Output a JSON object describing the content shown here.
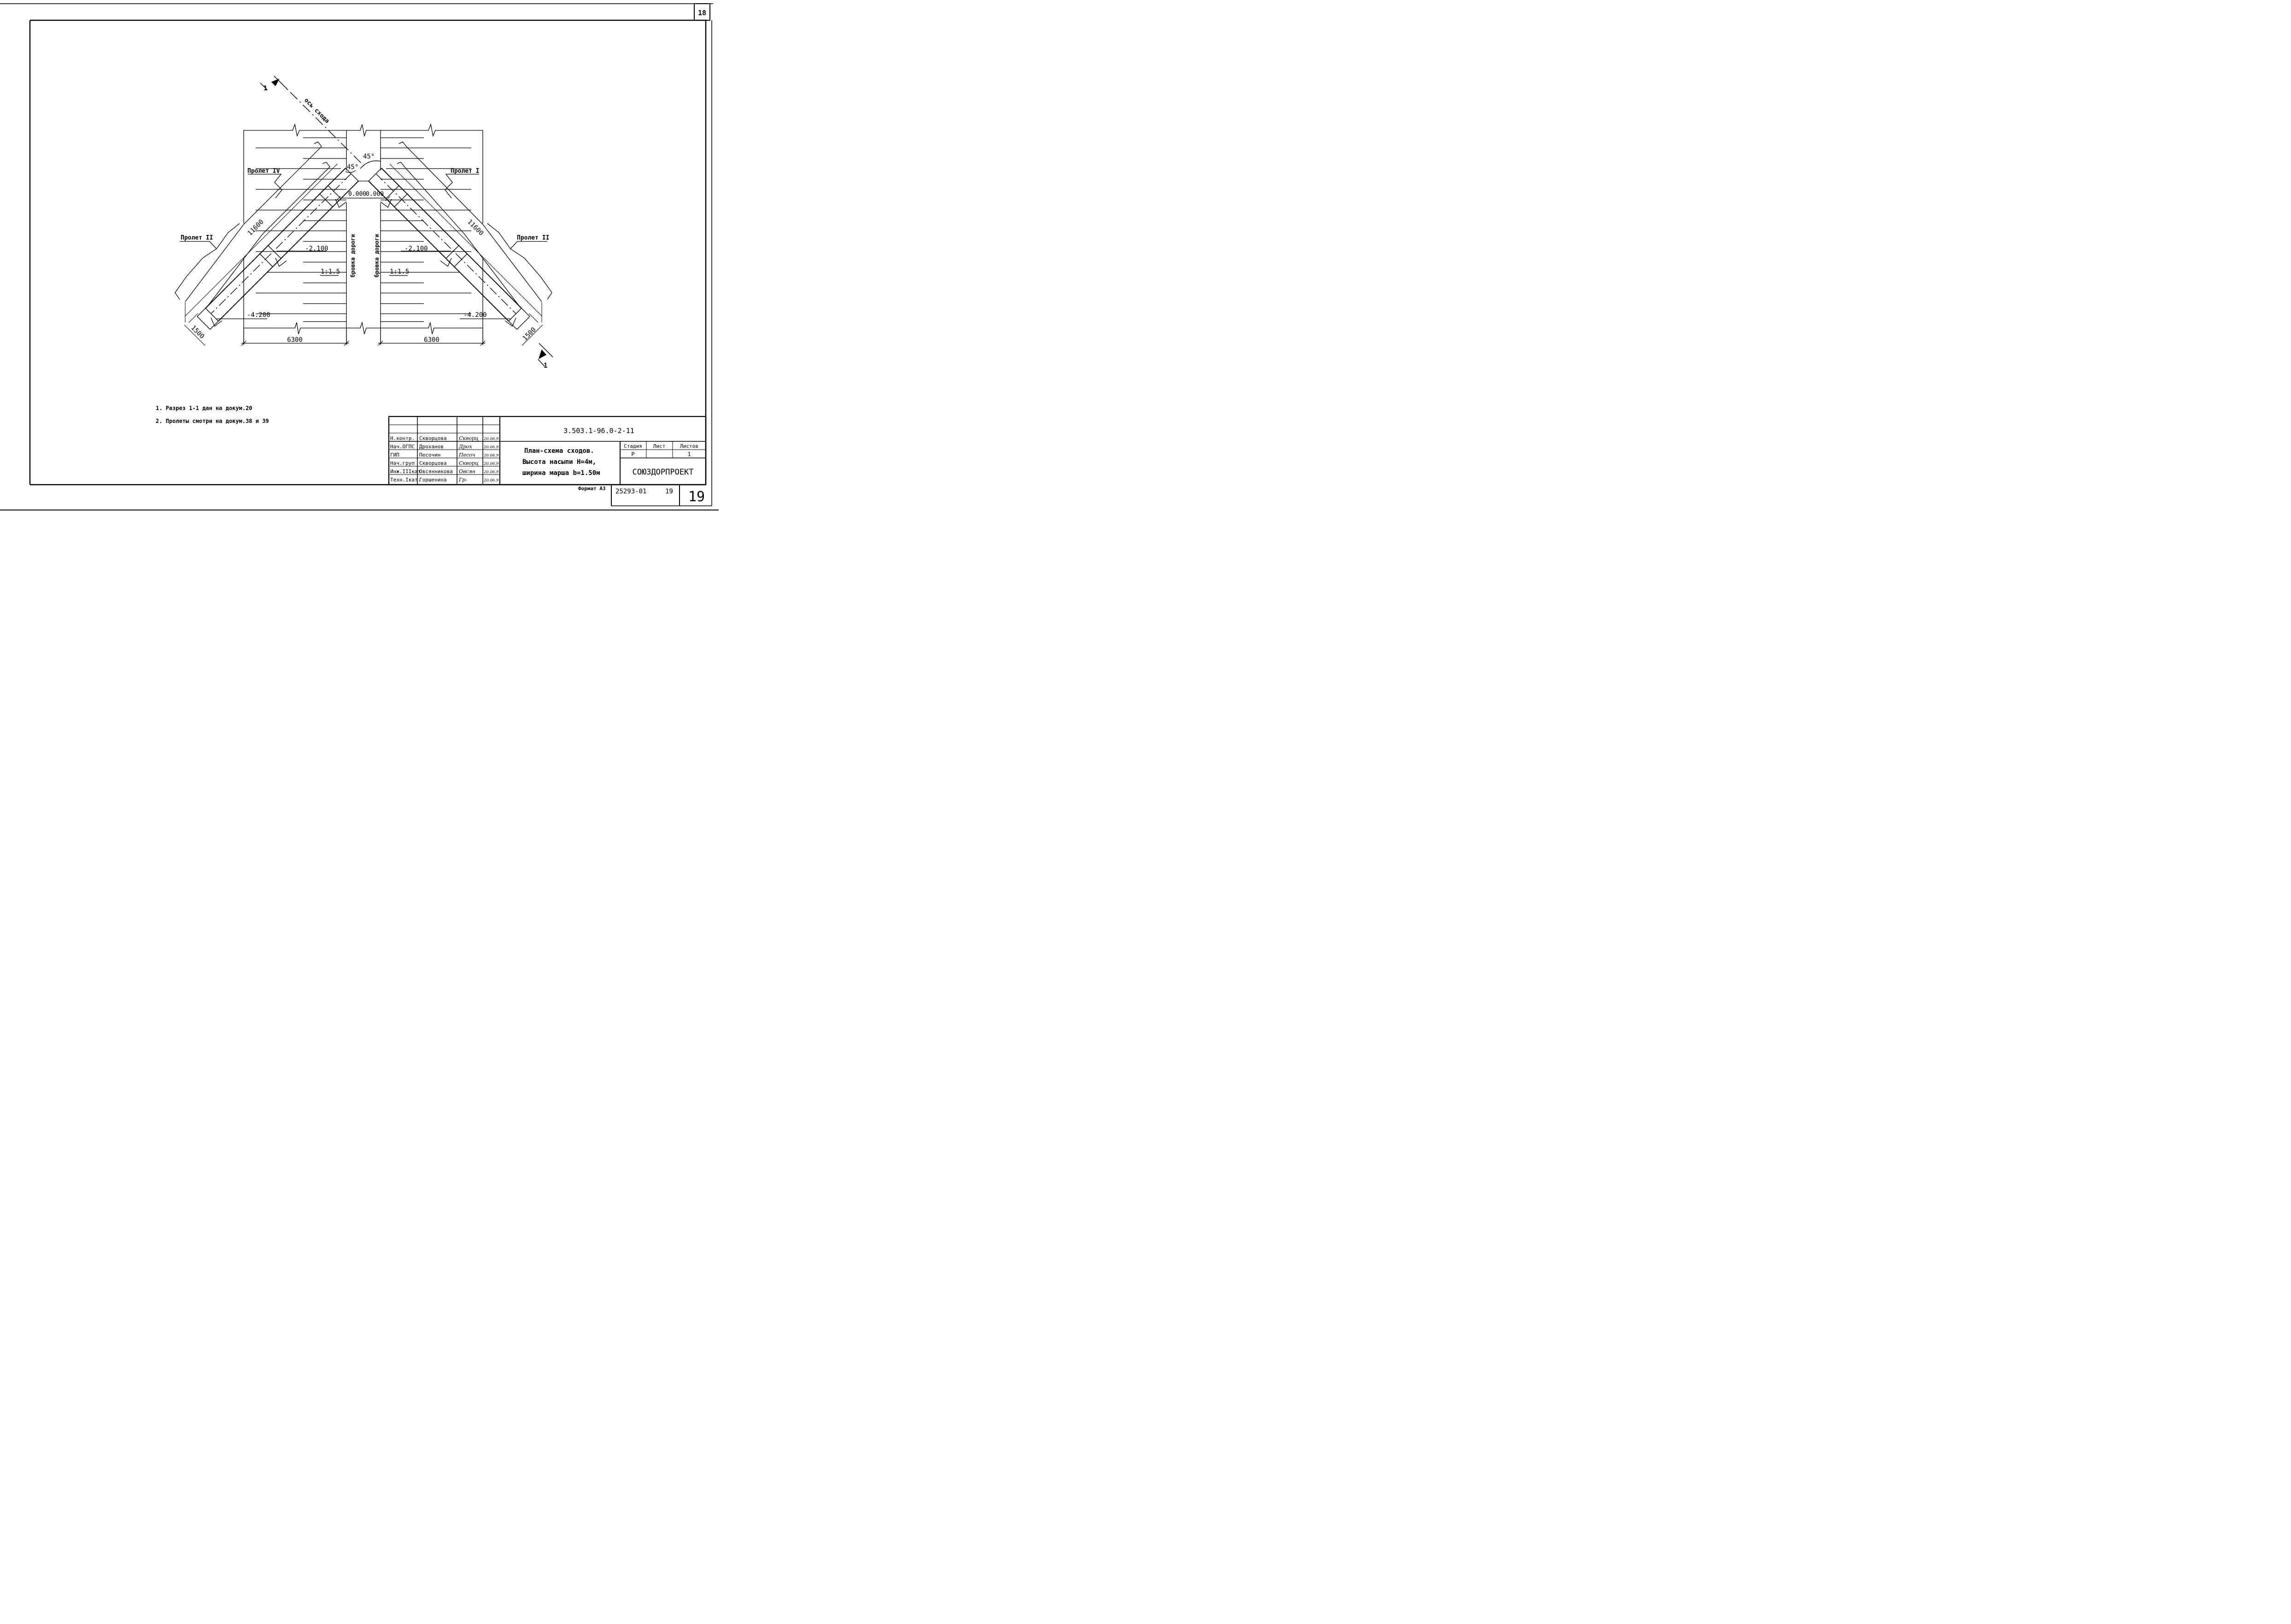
{
  "corner_sheet_number": "18",
  "plan": {
    "axis_label": "ось схода",
    "section_mark": "1",
    "spans": {
      "top_left": "Пролет IV",
      "top_right": "Пролет I",
      "left": "Пролет II",
      "right": "Пролет II"
    },
    "angle_top": "45°",
    "angle_left": "45°",
    "elev_0_left": "0.000",
    "elev_0_right": "0.000",
    "elev_mid_left": "-2.100",
    "elev_mid_right": "-2.100",
    "slope_left": "1:1.5",
    "slope_right": "1:1.5",
    "elev_bottom_left": "-4.200",
    "elev_bottom_right": "-4.200",
    "road_edge_left": "бровка дороги",
    "road_edge_right": "бровка дороги",
    "length_left": "11600",
    "length_right": "11600",
    "width_left": "1500",
    "width_right": "1500",
    "dim_left": "6300",
    "dim_right": "6300"
  },
  "notes": [
    "1. Разрез 1-1 дан на докум.20",
    "2. Пролеты смотри на докум.38 и 39"
  ],
  "title_block": {
    "doc_code": "3.503.1-96.0-2-11",
    "rows": [
      {
        "role": "Н.контр.",
        "name": "Скворцова",
        "sign": "Скворц",
        "date": "20.06.91"
      },
      {
        "role": "Нач.ОГПС",
        "name": "Дроханов",
        "sign": "Дрох",
        "date": "20.06.91"
      },
      {
        "role": "ГИП",
        "name": "Песочин",
        "sign": "Песоч",
        "date": "20.06.91"
      },
      {
        "role": "Нач.груп",
        "name": "Скворцова",
        "sign": "Скворц",
        "date": "20.06.91"
      },
      {
        "role": "Инж.IIIкат",
        "name": "Овсянникова",
        "sign": "Овсян",
        "date": "20.06.91"
      },
      {
        "role": "Техн.Iкат.",
        "name": "Горшенина",
        "sign": "Гр-",
        "date": "20.06.91"
      }
    ],
    "title_lines": [
      "План-схема сходов.",
      "Высота насыпи Н=4м,",
      "ширина марша b=1.50м"
    ],
    "stage_header": "Стадия",
    "sheet_header": "Лист",
    "sheets_header": "Листов",
    "stage_value": "Р",
    "sheet_value": "",
    "sheets_value": "1",
    "organization": "СОЮЗДОРПРОЕКТ",
    "format_label": "Формат А3",
    "archive_number": "25293-01",
    "archive_sheet": "19",
    "page_number": "19"
  }
}
